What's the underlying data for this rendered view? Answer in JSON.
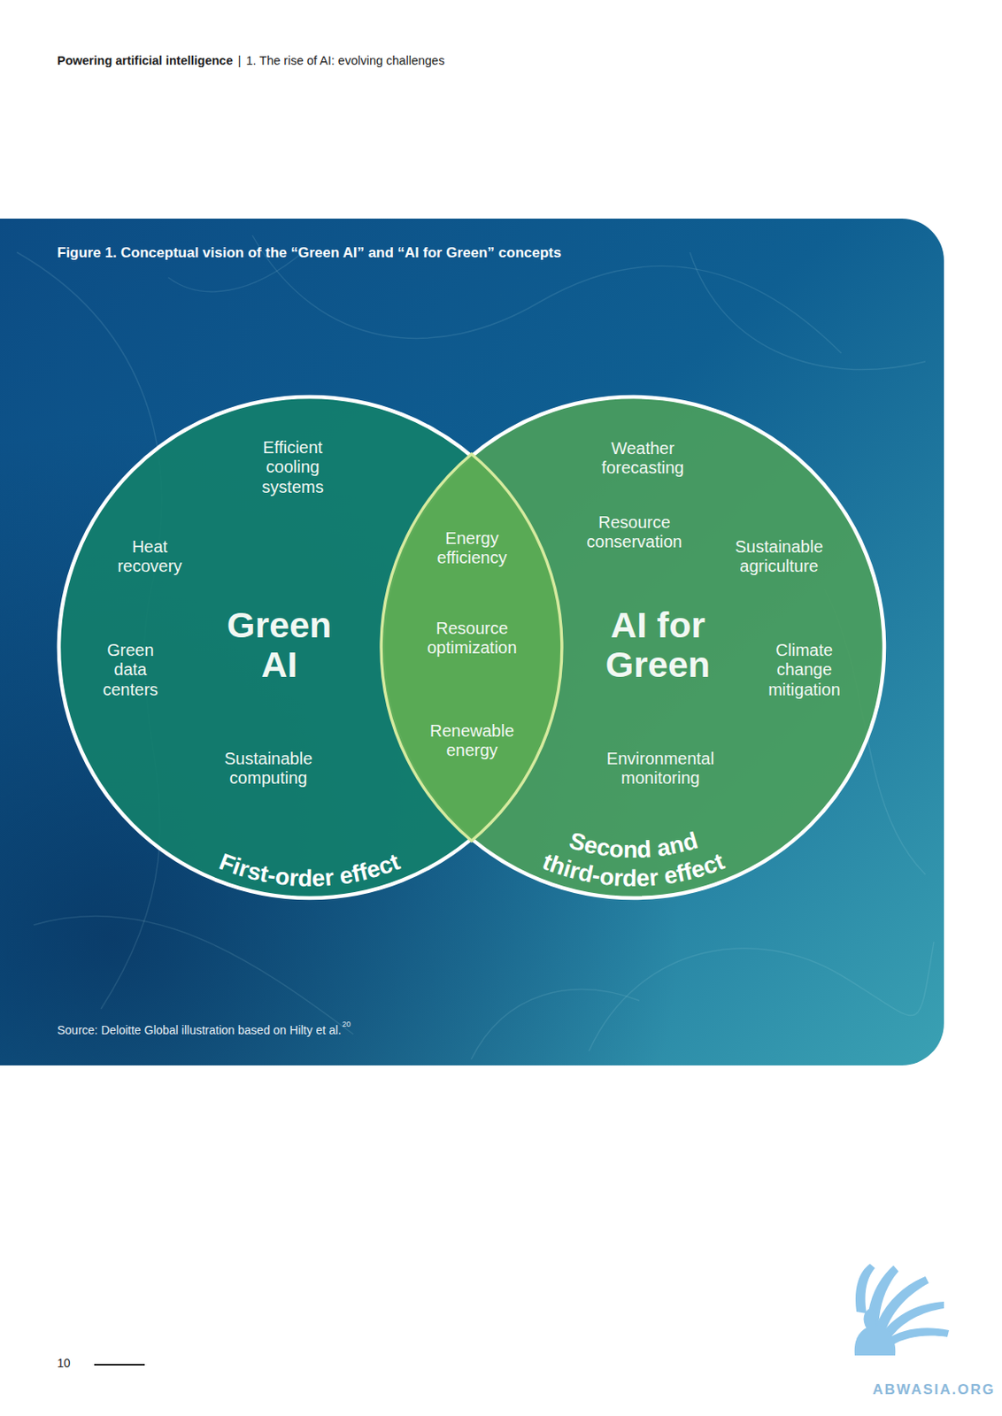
{
  "diagram": {
    "title": "Figure 1. Conceptual vision of the “Green AI” and “AI for Green” concepts",
    "nodes": [
      {
        "text": [
          "Efficient cooling systems",
          "Heat recovery",
          "Green AI",
          "Green data centers",
          "Sustainable computing",
          "First-order effect"
        ]
      },
      {
        "text": [
          "Energy efficiency",
          "Resource optimization",
          "Renewable energy"
        ]
      },
      {
        "text": [
          "Weather forecasting",
          "Resource conservation",
          "Sustainable agriculture",
          "AI for Green",
          "Climate change mitigation",
          "Environmental monitoring",
          "Second and third-order effect"
        ]
      }
    ],
    "labels": [
      "Powering artificial intelligence",
      "|",
      "1. The rise of AI: evolving challenges",
      "Source: Deloitte Global illustration based on Hilty et al.",
      "20",
      "10",
      "ABWASIA.ORG"
    ]
  }
}
